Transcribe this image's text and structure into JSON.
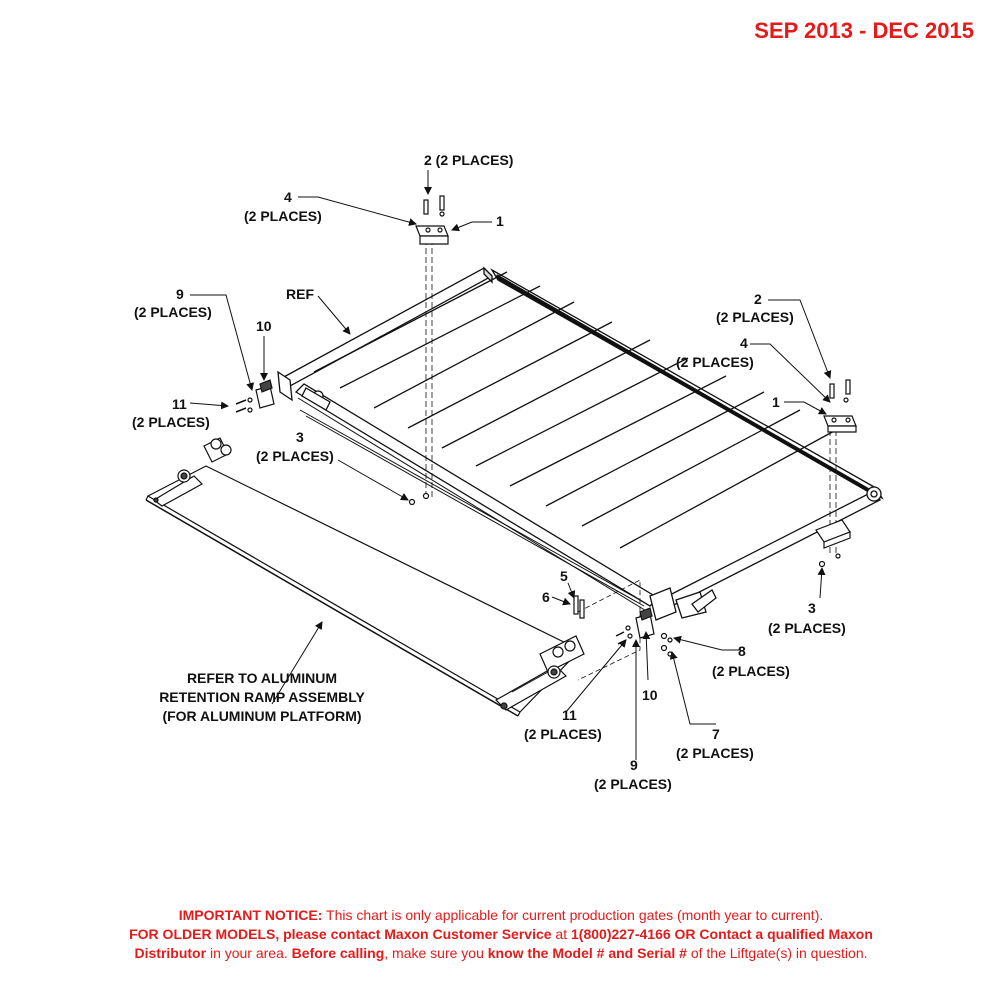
{
  "header": {
    "date_range": "SEP 2013 - DEC 2015"
  },
  "callouts": {
    "c2_top": "2 (2 PLACES)",
    "c4_top": "4",
    "c4_top_places": "(2 PLACES)",
    "c1_top": "1",
    "c9_left": "9",
    "c9_left_places": "(2 PLACES)",
    "ref": "REF",
    "c10_left": "10",
    "c11_left": "11",
    "c11_left_places": "(2 PLACES)",
    "c3_left": "3",
    "c3_left_places": "(2 PLACES)",
    "c2_right": "2",
    "c2_right_places": "(2 PLACES)",
    "c4_right": "4",
    "c4_right_places": "(2 PLACES)",
    "c1_right": "1",
    "c3_right": "3",
    "c3_right_places": "(2 PLACES)",
    "c5": "5",
    "c6": "6",
    "c8": "8",
    "c8_places": "(2 PLACES)",
    "c10_bottom": "10",
    "c7": "7",
    "c7_places": "(2 PLACES)",
    "c11_bottom": "11",
    "c11_bottom_places": "(2 PLACES)",
    "c9_bottom": "9",
    "c9_bottom_places": "(2 PLACES)",
    "ramp_line1": "REFER TO ALUMINUM",
    "ramp_line2": "RETENTION RAMP ASSEMBLY",
    "ramp_line3": "(FOR ALUMINUM PLATFORM)"
  },
  "notice": {
    "important_label": "IMPORTANT NOTICE:",
    "important_text": " This chart is only applicable for current production gates (month year to current).",
    "older_label": "FOR OLDER MODELS, please contact Maxon Customer Service",
    "at_text": " at ",
    "phone": "1(800)227-4166 OR Contact a qualified Maxon",
    "distributor": "Distributor",
    "in_area": " in your area. ",
    "before_calling": "Before calling",
    "make_sure": ", make sure you ",
    "know_model": "know the Model # and Serial #",
    "of_liftgate": " of the Liftgate(s) in question."
  },
  "colors": {
    "accent_red": "#e31b1b",
    "line": "#111111"
  }
}
